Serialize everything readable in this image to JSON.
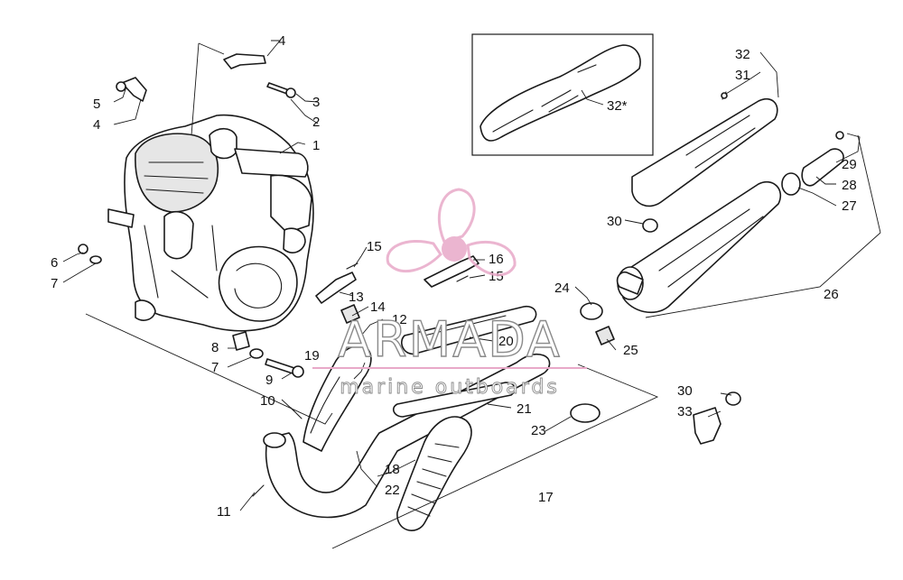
{
  "diagram": {
    "callouts": [
      {
        "id": "c1",
        "label": "1"
      },
      {
        "id": "c2",
        "label": "2"
      },
      {
        "id": "c3",
        "label": "3"
      },
      {
        "id": "c4a",
        "label": "4"
      },
      {
        "id": "c4b",
        "label": "4"
      },
      {
        "id": "c5",
        "label": "5"
      },
      {
        "id": "c6",
        "label": "6"
      },
      {
        "id": "c7a",
        "label": "7"
      },
      {
        "id": "c7b",
        "label": "7"
      },
      {
        "id": "c8",
        "label": "8"
      },
      {
        "id": "c9",
        "label": "9"
      },
      {
        "id": "c10",
        "label": "10"
      },
      {
        "id": "c11",
        "label": "11"
      },
      {
        "id": "c12",
        "label": "12"
      },
      {
        "id": "c13",
        "label": "13"
      },
      {
        "id": "c14",
        "label": "14"
      },
      {
        "id": "c15a",
        "label": "15"
      },
      {
        "id": "c15b",
        "label": "15"
      },
      {
        "id": "c16",
        "label": "16"
      },
      {
        "id": "c17",
        "label": "17"
      },
      {
        "id": "c18",
        "label": "18"
      },
      {
        "id": "c19",
        "label": "19"
      },
      {
        "id": "c20",
        "label": "20"
      },
      {
        "id": "c21",
        "label": "21"
      },
      {
        "id": "c22",
        "label": "22"
      },
      {
        "id": "c23",
        "label": "23"
      },
      {
        "id": "c24",
        "label": "24"
      },
      {
        "id": "c25",
        "label": "25"
      },
      {
        "id": "c26",
        "label": "26"
      },
      {
        "id": "c27",
        "label": "27"
      },
      {
        "id": "c28",
        "label": "28"
      },
      {
        "id": "c29",
        "label": "29"
      },
      {
        "id": "c30a",
        "label": "30"
      },
      {
        "id": "c30b",
        "label": "30"
      },
      {
        "id": "c31",
        "label": "31"
      },
      {
        "id": "c32a",
        "label": "32"
      },
      {
        "id": "c32b",
        "label": "32*"
      },
      {
        "id": "c33",
        "label": "33"
      }
    ]
  },
  "watermark": {
    "title": "ARMADA",
    "subtitle": "marine outboards",
    "logo_color": "#e8a9c8",
    "text_stroke_color": "#8a8a8a"
  }
}
